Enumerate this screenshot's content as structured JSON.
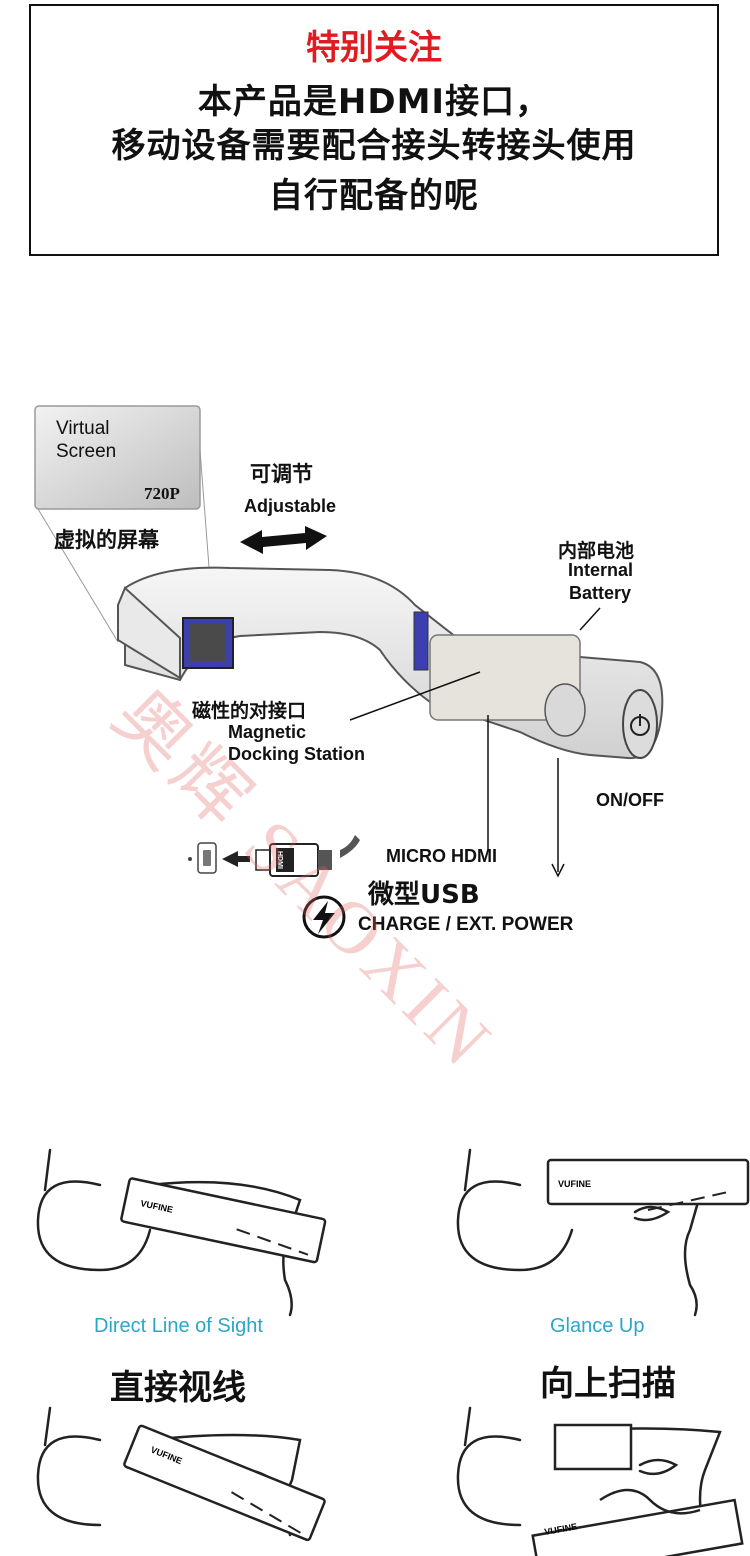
{
  "notice": {
    "title": "特别关注",
    "lines": [
      "本产品是HDMI接口，",
      "移动设备需要配合接头转接头使用",
      "自行配备的呢"
    ]
  },
  "diagram": {
    "virtual_screen": "Virtual\nScreen",
    "resolution": "720P",
    "virtual_screen_zh": "虚拟的屏幕",
    "adjustable_zh": "可调节",
    "adjustable_en": "Adjustable",
    "battery_zh": "内部电池",
    "battery_en_1": "Internal",
    "battery_en_2": "Battery",
    "dock_zh": "磁性的对接口",
    "dock_en_1": "Magnetic",
    "dock_en_2": "Docking Station",
    "onoff": "ON/OFF",
    "micro_hdmi": "MICRO HDMI",
    "usb_zh": "微型USB",
    "charge": "CHARGE / EXT. POWER",
    "hdmi_plug_text": "HDMI",
    "watermark": "奥辉 SAOXIN"
  },
  "views": {
    "direct_en": "Direct Line of Sight",
    "direct_zh": "直接视线",
    "glance_en": "Glance Up",
    "glance_zh": "向上扫描",
    "brand": "VUFINE"
  },
  "colors": {
    "title_red": "#e01b22",
    "caption_blue": "#2aa6c9",
    "screen_blue": "#3b3fb0"
  }
}
